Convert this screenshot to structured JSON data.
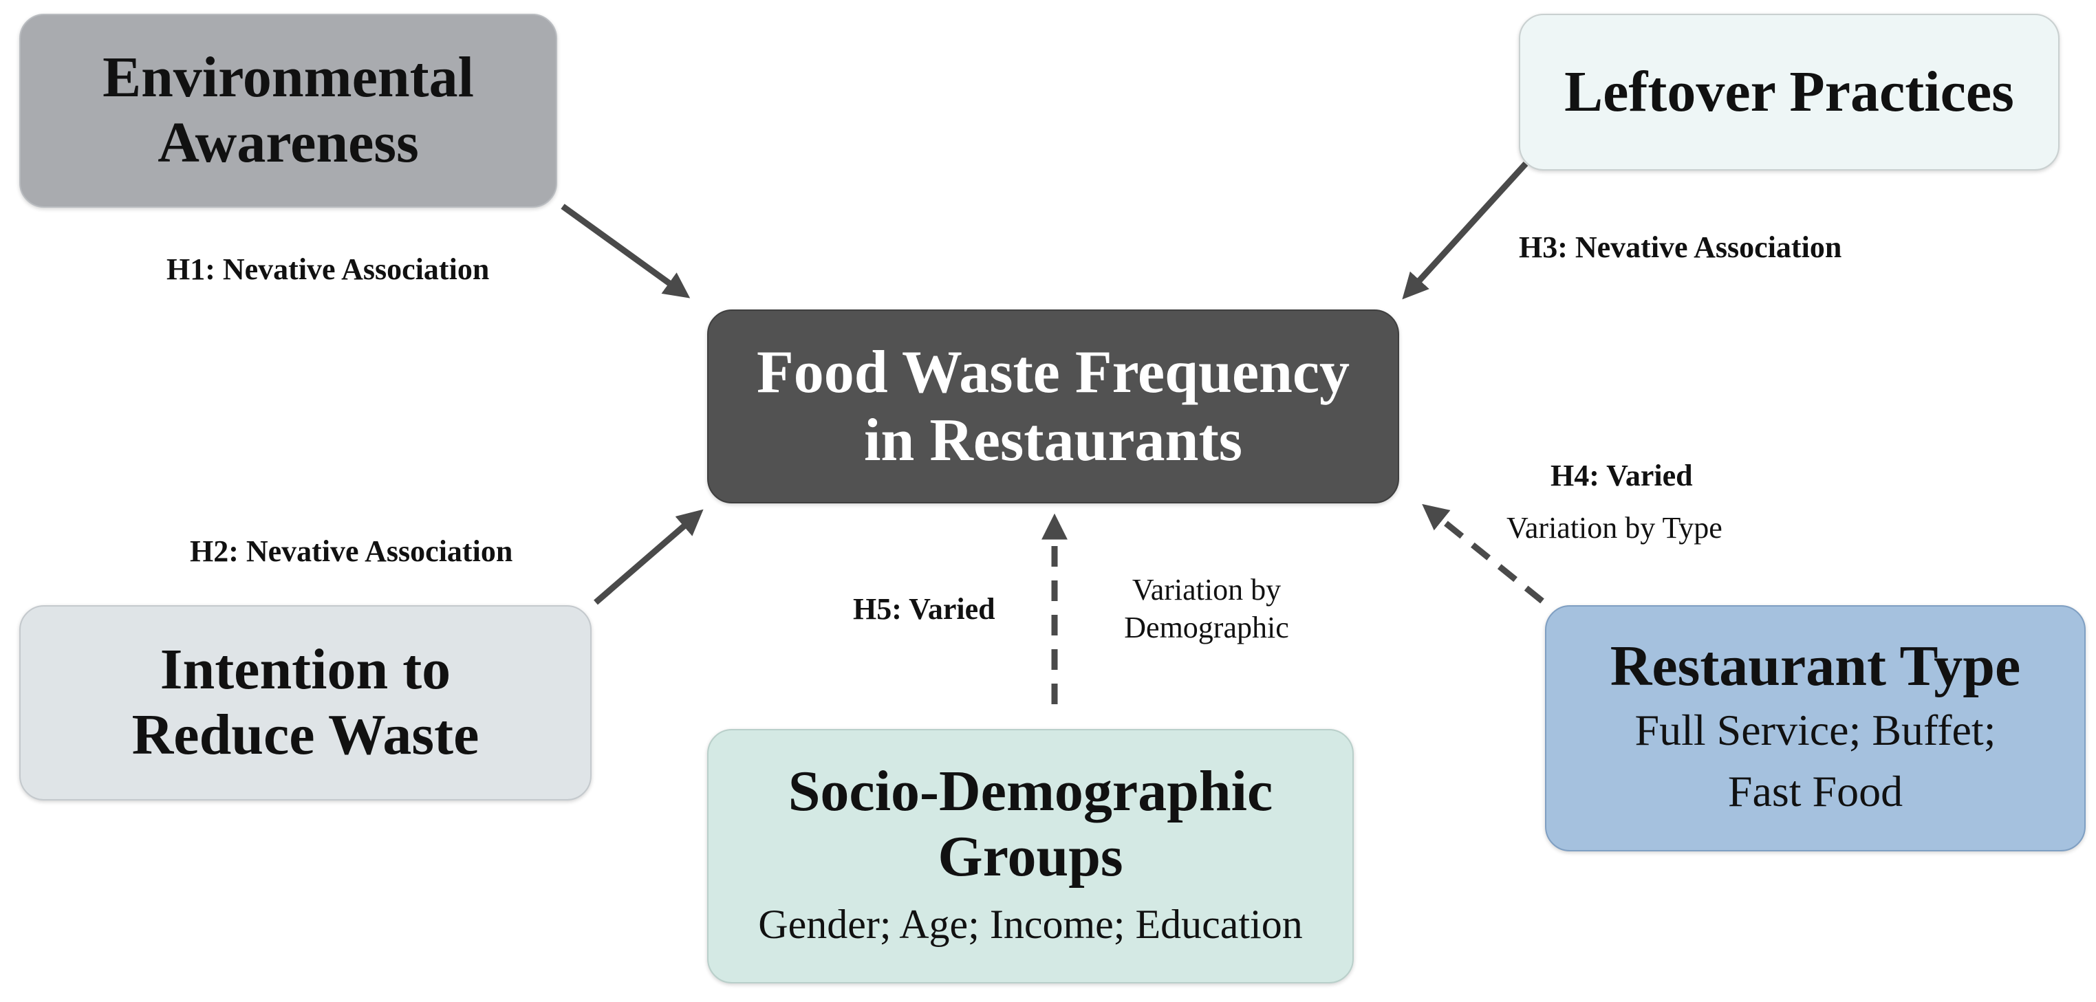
{
  "nodes": {
    "environmental_awareness": {
      "title_line1": "Environmental",
      "title_line2": "Awareness"
    },
    "leftover_practices": {
      "title": "Leftover Practices"
    },
    "intention_to_reduce": {
      "title_line1": "Intention to",
      "title_line2": "Reduce Waste"
    },
    "food_waste_frequency": {
      "title_line1": "Food Waste Frequency",
      "title_line2": "in Restaurants"
    },
    "socio_demographic": {
      "title_line1": "Socio-Demographic",
      "title_line2": "Groups",
      "subtitle": "Gender; Age; Income; Education"
    },
    "restaurant_type": {
      "title": "Restaurant Type",
      "subtitle_line1": "Full Service; Buffet;",
      "subtitle_line2": "Fast Food"
    }
  },
  "edges": {
    "h1": {
      "label": "H1: Nevative Association"
    },
    "h2": {
      "label": "H2: Nevative Association"
    },
    "h3": {
      "label": "H3: Nevative Association"
    },
    "h4": {
      "label": "H4: Varied",
      "note": "Variation by Type"
    },
    "h5": {
      "label": "H5: Varied",
      "note_line1": "Variation by",
      "note_line2": "Demographic"
    }
  },
  "colors": {
    "environmental_awareness": "#a9abaf",
    "leftover_practices": "#eef6f6",
    "intention_to_reduce": "#dfe4e7",
    "food_waste_frequency": "#525252",
    "socio_demographic": "#d4e9e4",
    "restaurant_type": "#a5c1de",
    "arrow": "#4a4a4a"
  }
}
